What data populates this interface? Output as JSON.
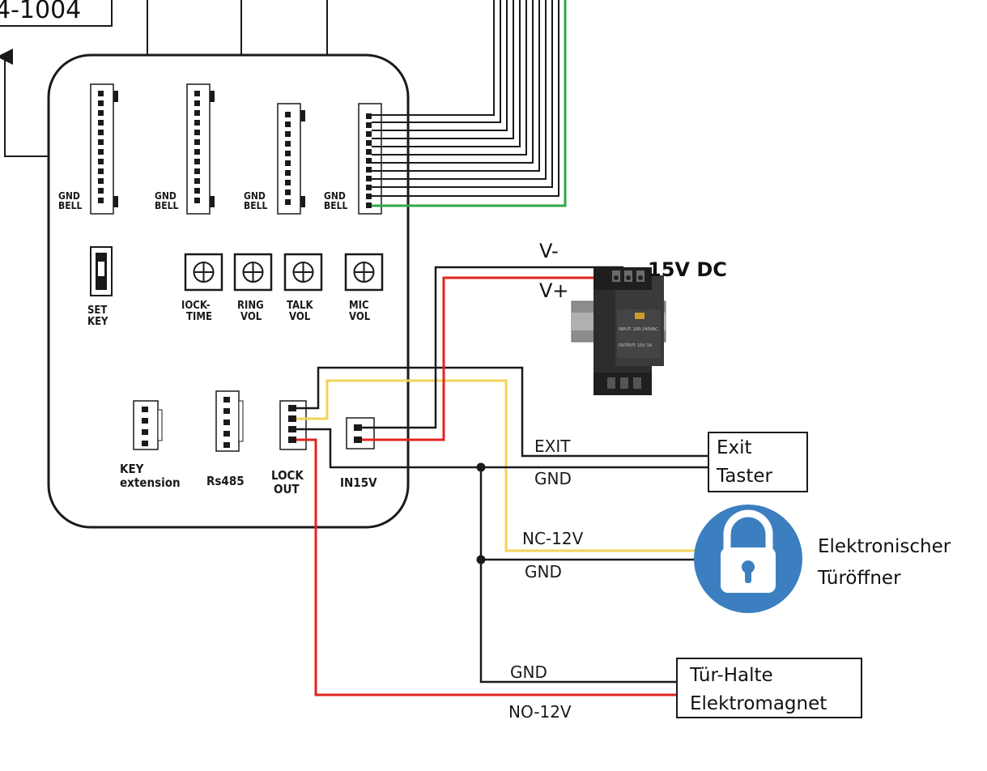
{
  "model_label": "4-1004",
  "board": {
    "connectors": [
      {
        "label_top": "GND",
        "label_bottom": "BELL"
      },
      {
        "label_top": "GND",
        "label_bottom": "BELL"
      },
      {
        "label_top": "GND",
        "label_bottom": "BELL"
      },
      {
        "label_top": "GND",
        "label_bottom": "BELL"
      }
    ],
    "set_key": {
      "line1": "SET",
      "line2": "KEY"
    },
    "knobs": [
      {
        "line1": "IOCK-",
        "line2": "TIME"
      },
      {
        "line1": "RING",
        "line2": "VOL"
      },
      {
        "line1": "TALK",
        "line2": "VOL"
      },
      {
        "line1": "MIC",
        "line2": "VOL"
      }
    ],
    "ports": {
      "key_extension": {
        "line1": "KEY",
        "line2": "extension"
      },
      "rs485": "Rs485",
      "lock_out": {
        "line1": "LOCK",
        "line2": "OUT"
      },
      "in15v": "IN15V"
    }
  },
  "power_supply": {
    "title": "15V DC",
    "v_minus": "V-",
    "v_plus": "V+",
    "module_text": {
      "input": "INPUT: 100-240VAC",
      "output": "OUTPUT: 15V 1A"
    }
  },
  "wires": {
    "exit": "EXIT",
    "gnd_exit": "GND",
    "nc_12v": "NC-12V",
    "gnd_lock": "GND",
    "gnd_magnet": "GND",
    "no_12v": "NO-12V"
  },
  "components": {
    "exit_button": {
      "line1": "Exit",
      "line2": "Taster"
    },
    "door_opener": {
      "line1": "Elektronischer",
      "line2": "Türöffner"
    },
    "door_magnet": {
      "line1": "Tür-Halte",
      "line2": "Elektromagnet"
    }
  },
  "colors": {
    "black": "#1a1a1a",
    "red": "#e0261f",
    "yellow": "#f1d35a",
    "green": "#2ea84a",
    "lock_blue": "#3c7fc0"
  }
}
